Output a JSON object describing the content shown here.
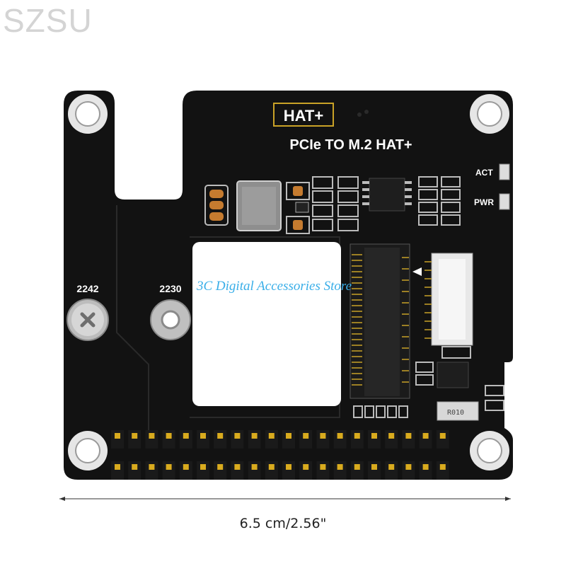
{
  "watermark": "SZSU",
  "store_watermark": "3C Digital Accessories Store",
  "board": {
    "badge_label": "HAT+",
    "title": "PCIe TO M.2 HAT+",
    "led_act": "ACT",
    "led_pwr": "PWR",
    "mount_2242": "2242",
    "mount_2230": "2230",
    "inductor_code": "R010",
    "colors": {
      "pcb": "#121212",
      "silkscreen": "#ffffff",
      "gold": "#d9ab1e",
      "badge": "#c9a227"
    }
  },
  "dimension": {
    "label": "6.5 cm/2.56\""
  }
}
